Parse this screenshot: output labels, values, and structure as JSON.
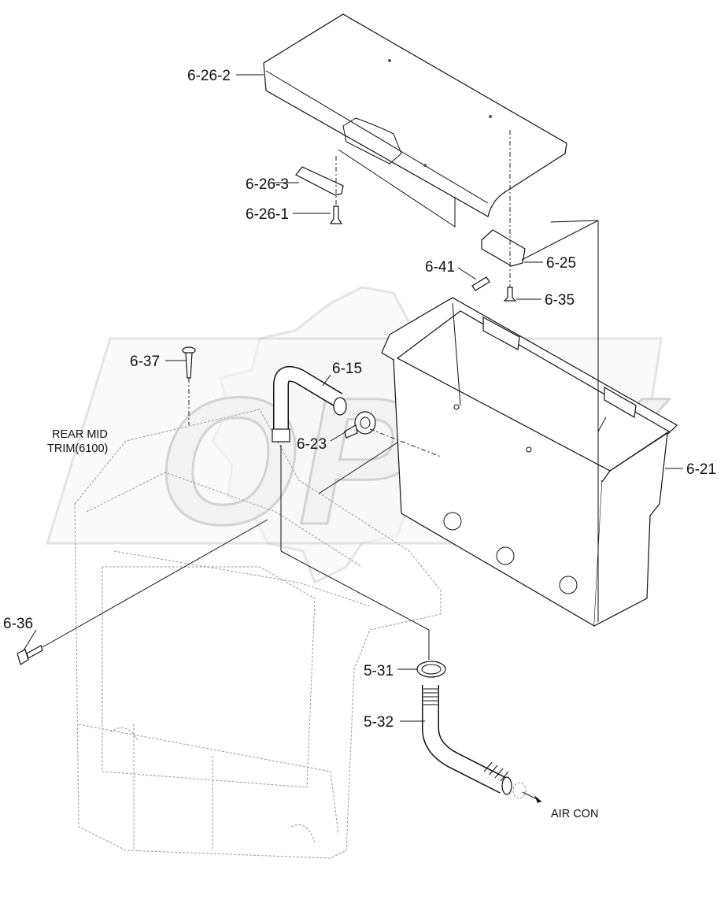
{
  "watermark": "OPEX",
  "labels": {
    "lid": "6-26-2",
    "strap": "6-26-3",
    "lid_screw": "6-26-1",
    "screw_small": "6-41",
    "hinge_bracket": "6-25",
    "bracket_screw": "6-35",
    "screw_top": "6-37",
    "hose": "6-15",
    "clamp": "6-23",
    "box": "6-21",
    "rear_mid_trim_line1": "REAR MID",
    "rear_mid_trim_line2": "TRIM(6100)",
    "screw_side": "6-36",
    "hose_clamp": "5-31",
    "drain_pipe": "5-32",
    "air_con": "AIR CON"
  }
}
